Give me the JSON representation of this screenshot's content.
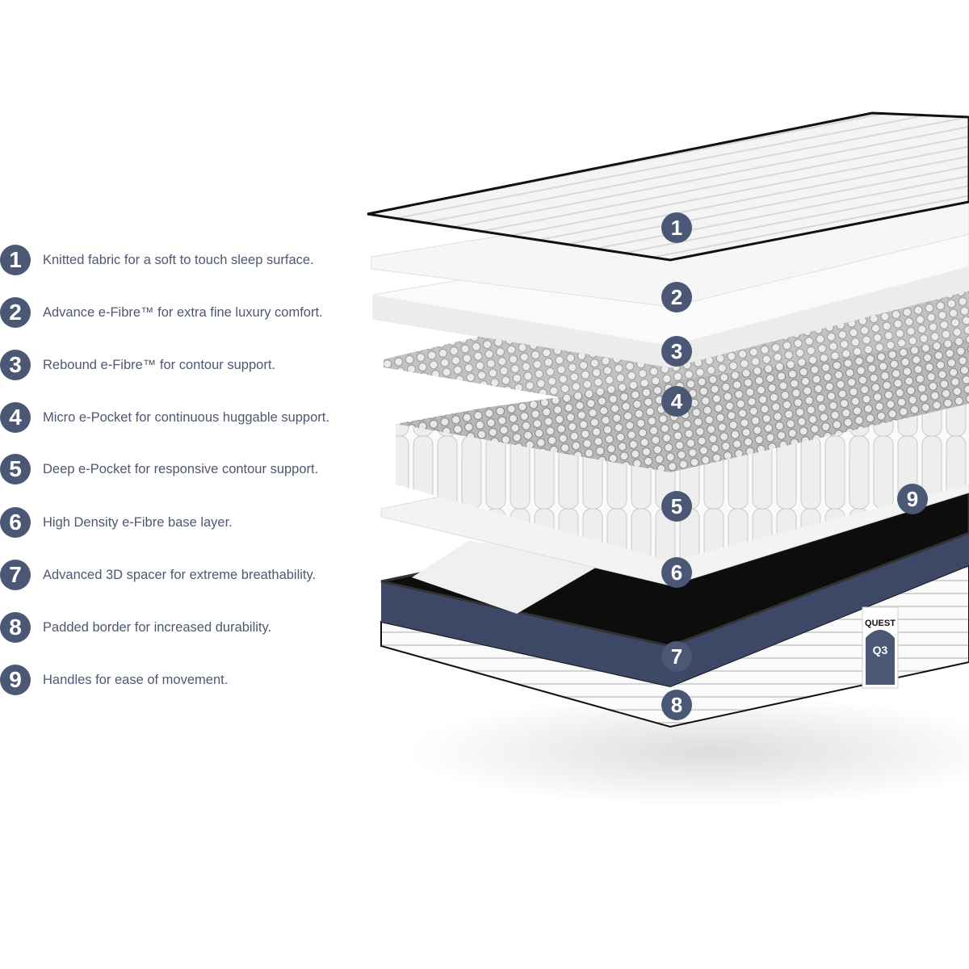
{
  "features": [
    {
      "number": "1",
      "text": "Knitted fabric for a soft to touch sleep surface."
    },
    {
      "number": "2",
      "text": "Advance e-Fibre™ for extra fine luxury comfort."
    },
    {
      "number": "3",
      "text": "Rebound e-Fibre™ for contour support."
    },
    {
      "number": "4",
      "text": "Micro e-Pocket for continuous huggable support."
    },
    {
      "number": "5",
      "text": "Deep e-Pocket for responsive contour support."
    },
    {
      "number": "6",
      "text": "High Density e-Fibre base layer."
    },
    {
      "number": "7",
      "text": "Advanced 3D spacer for extreme breathability."
    },
    {
      "number": "8",
      "text": "Padded border for increased durability."
    },
    {
      "number": "9",
      "text": "Handles for ease of movement."
    }
  ],
  "callouts": [
    "1",
    "2",
    "3",
    "4",
    "5",
    "6",
    "7",
    "8",
    "9"
  ],
  "label_logo": {
    "brand": "QUEST",
    "model": "Q3"
  },
  "colors": {
    "accent": "#4a5775",
    "text": "#4e5870",
    "border_navy": "#3c4866"
  }
}
